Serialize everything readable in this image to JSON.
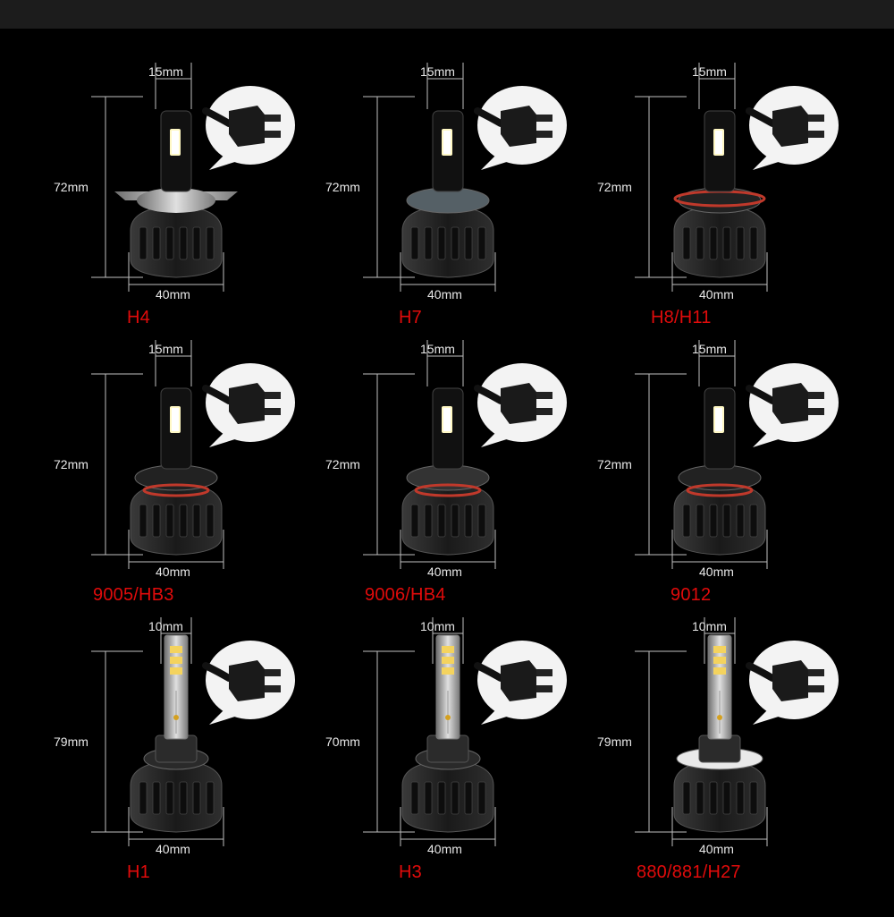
{
  "products": [
    {
      "name": "H4",
      "width": "15mm",
      "height": "72mm",
      "base": "40mm",
      "kind": "std",
      "socket": "h4"
    },
    {
      "name": "H7",
      "width": "15mm",
      "height": "72mm",
      "base": "40mm",
      "kind": "std",
      "socket": "h7"
    },
    {
      "name": "H8/H11",
      "width": "15mm",
      "height": "72mm",
      "base": "40mm",
      "kind": "std",
      "socket": "h11"
    },
    {
      "name": "9005/HB3",
      "width": "15mm",
      "height": "72mm",
      "base": "40mm",
      "kind": "std",
      "socket": "9005"
    },
    {
      "name": "9006/HB4",
      "width": "15mm",
      "height": "72mm",
      "base": "40mm",
      "kind": "std",
      "socket": "9006"
    },
    {
      "name": "9012",
      "width": "15mm",
      "height": "72mm",
      "base": "40mm",
      "kind": "std",
      "socket": "9012"
    },
    {
      "name": "H1",
      "width": "10mm",
      "height": "79mm",
      "base": "40mm",
      "kind": "slim",
      "socket": "h1"
    },
    {
      "name": "H3",
      "width": "10mm",
      "height": "70mm",
      "base": "40mm",
      "kind": "slim",
      "socket": "h3"
    },
    {
      "name": "880/881/H27",
      "width": "10mm",
      "height": "79mm",
      "base": "40mm",
      "kind": "slim",
      "socket": "880"
    }
  ],
  "colors": {
    "label": "#e10b0b",
    "background": "#000000",
    "dimension_text": "#e8e8e8"
  }
}
